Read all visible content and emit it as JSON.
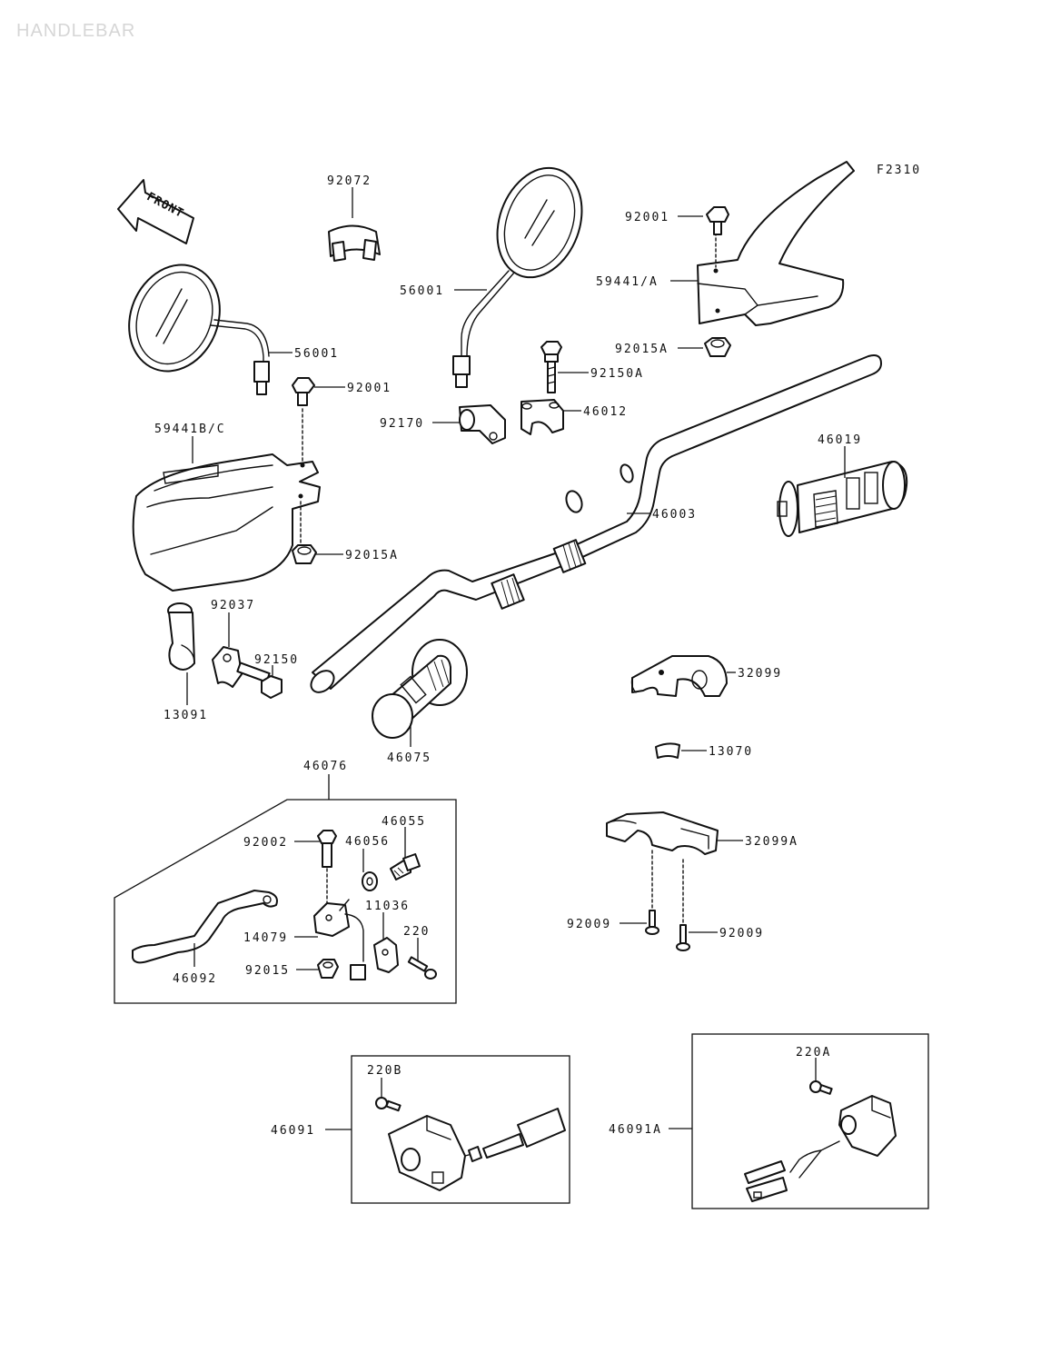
{
  "title": "HANDLEBAR",
  "figure_code": "F2310",
  "front_marker": "FRONT",
  "parts": {
    "mirror_left": "56001",
    "mirror_right": "56001",
    "clamp_band": "92072",
    "bolt_top_right": "92001",
    "handguard_right": "59441/A",
    "nut_top_right": "92015A",
    "bolt_clamp_top": "92150A",
    "clamp_holder": "92170",
    "clamp_cap": "46012",
    "bolt_left": "92001",
    "handguard_left": "59441B/C",
    "nut_left": "92015A",
    "handlebar": "46003",
    "grip_right": "46019",
    "clamp_left": "92037",
    "bolt_clamp_left": "92150",
    "bracket_left": "13091",
    "grip_left": "46075",
    "throttle_case": "32099",
    "throttle_clip": "13070",
    "lever_assembly": "46076",
    "lever_bolt": "92002",
    "lever_nut_ring": "46056",
    "lever_adjuster": "46055",
    "lever_switch": "11036",
    "lever_bracket": "14079",
    "lever_screw": "220",
    "lever_nut": "92015",
    "lever": "46092",
    "throttle_case_lower": "32099A",
    "screw_a": "92009",
    "screw_b": "92009",
    "switch_left_screw": "220B",
    "switch_left": "46091",
    "switch_right_screw": "220A",
    "switch_right": "46091A"
  }
}
